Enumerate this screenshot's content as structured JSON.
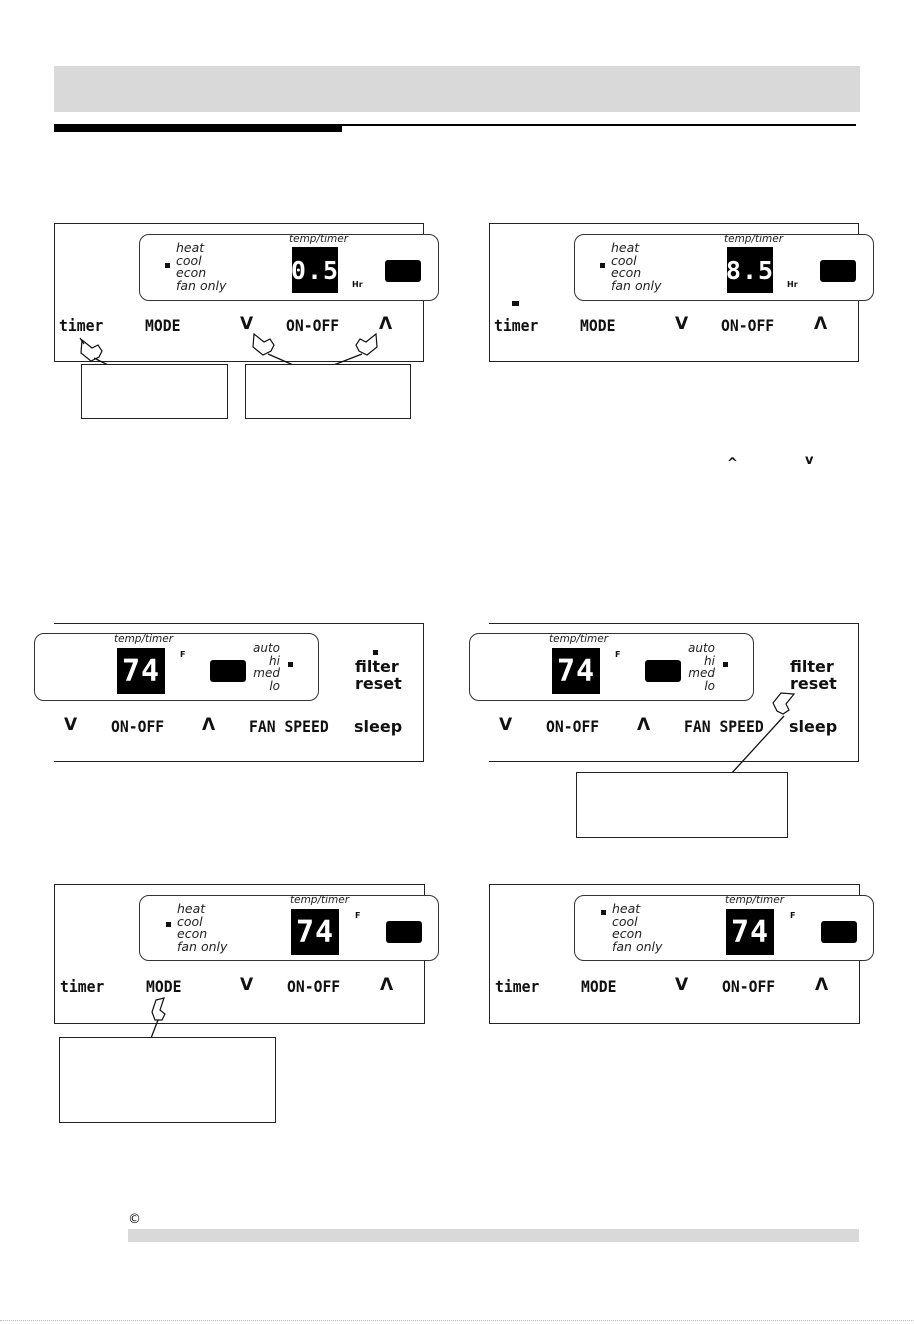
{
  "modes": [
    "heat",
    "cool",
    "econ",
    "fan only"
  ],
  "temp_timer_label": "temp/timer",
  "hr_label": "Hr",
  "f_label": "F",
  "fan_levels": [
    "auto",
    "hi",
    "med",
    "lo"
  ],
  "buttons": {
    "timer": "timer",
    "mode": "MODE",
    "down": "V",
    "on_off": "ON-OFF",
    "up": "Λ",
    "fan_speed": "FAN SPEED",
    "sleep": "sleep",
    "filter": "filter",
    "reset": "reset"
  },
  "panels": {
    "p1": {
      "display": "0.5"
    },
    "p2": {
      "display": "8.5"
    },
    "p3": {
      "display": "74"
    },
    "p4": {
      "display": "74"
    },
    "p5": {
      "display": "74"
    },
    "p6": {
      "display": "74"
    }
  },
  "carets": {
    "up": "^",
    "down": "v"
  },
  "copyright_symbol": "©"
}
